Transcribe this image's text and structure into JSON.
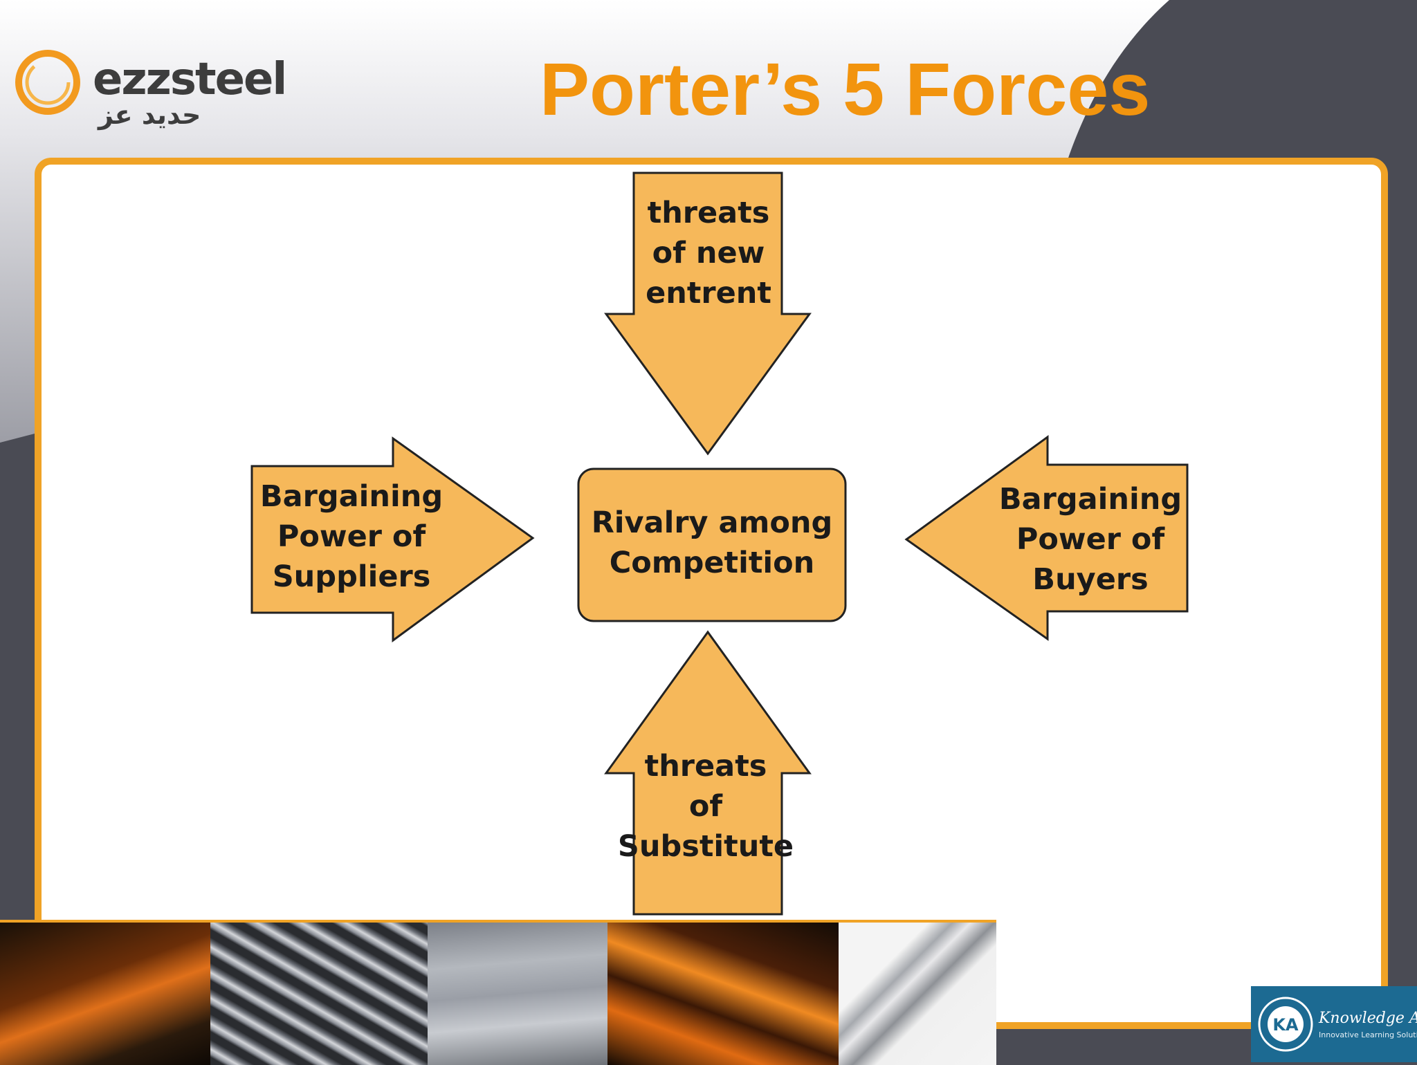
{
  "header": {
    "title": "Porter’s 5 Forces",
    "logo_wordmark": "ezzsteel",
    "logo_arabic": "حديد عز"
  },
  "diagram": {
    "center": [
      "Rivalry among",
      "Competition"
    ],
    "top": [
      "threats",
      "of new",
      "entrent"
    ],
    "left": [
      "Bargaining",
      "Power of",
      "Suppliers"
    ],
    "right": [
      "Bargaining",
      "Power of",
      "Buyers"
    ],
    "bottom": [
      "threats",
      "of",
      "Substitute"
    ]
  },
  "footer": {
    "badge_title": "Knowledge Academy",
    "badge_subtitle": "Innovative Learning Solutions",
    "badge_initials": "KA"
  },
  "colors": {
    "accent": "#f2940e",
    "shape_fill": "#f6b85a",
    "frame": "#f0a326",
    "dark_bg": "#4a4b54"
  }
}
